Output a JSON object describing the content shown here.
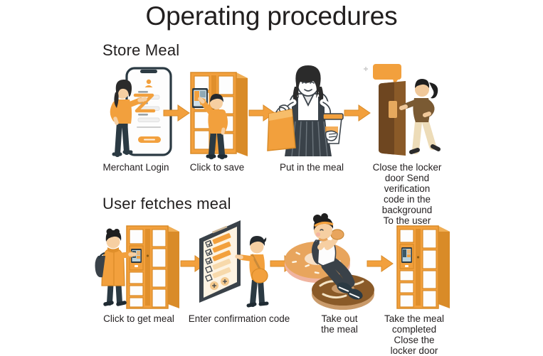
{
  "page": {
    "title": "Operating procedures",
    "background_color": "#ffffff",
    "accent_color": "#F2A03D",
    "text_color": "#231f20"
  },
  "sections": [
    {
      "heading": "Store Meal",
      "steps": [
        {
          "caption": "Merchant Login",
          "illustration": "merchant-login-phone-illustration"
        },
        {
          "caption": "Click to save",
          "illustration": "locker-save-illustration"
        },
        {
          "caption": "Put in the meal",
          "illustration": "woman-with-meal-bag-illustration"
        },
        {
          "caption": "Close the locker\ndoor Send\nverification\ncode in the\nbackground\nTo the user",
          "illustration": "close-locker-door-illustration"
        }
      ]
    },
    {
      "heading": "User fetches meal",
      "steps": [
        {
          "caption": "Click to get meal",
          "illustration": "user-at-locker-illustration"
        },
        {
          "caption": "Enter confirmation code",
          "illustration": "tablet-confirmation-code-illustration"
        },
        {
          "caption": "Take out\nthe meal",
          "illustration": "person-eating-donut-illustration"
        },
        {
          "caption": "Take the meal\ncompleted\nClose the\nlocker door",
          "illustration": "locker-closed-illustration"
        }
      ]
    }
  ],
  "arrows": {
    "icon": "arrow-right-icon",
    "color": "#F2A03D",
    "count": 6
  }
}
